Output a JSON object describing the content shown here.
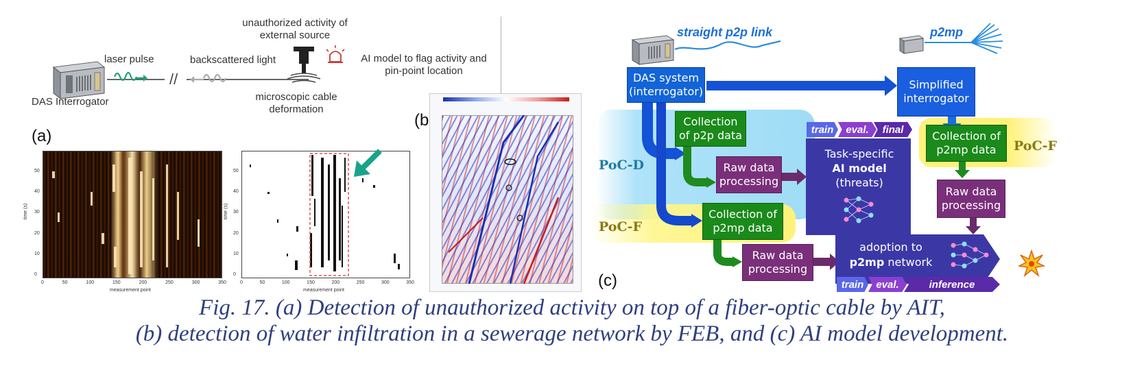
{
  "panel_a": {
    "letter": "(a)",
    "das_label": "DAS Interrogator",
    "laser_label": "laser pulse",
    "backscatter_label": "backscattered light",
    "break_mark": "//",
    "activity_label": "unauthorized activity of external source",
    "deformation_label": "microscopic cable deformation",
    "ai_label": "AI model to flag activity and pin-point location",
    "plot_xlabel": "measurement point",
    "plot_ylabel": "time (s)",
    "x_ticks": [
      "0",
      "50",
      "100",
      "150",
      "200",
      "250",
      "300",
      "350"
    ],
    "y_ticks": [
      "0",
      "10",
      "20",
      "30",
      "40",
      "50"
    ]
  },
  "panel_b": {
    "letter": "(b)"
  },
  "panel_c": {
    "letter": "(c)",
    "p2p_label": "straight p2p link",
    "p2mp_label": "p2mp",
    "das_system": "DAS system (interrogator)",
    "simplified": "Simplified interrogator",
    "coll_p2p": "Collection of p2p data",
    "coll_p2mp_left": "Collection of p2mp data",
    "coll_p2mp_right": "Collection of p2mp data",
    "raw1": "Raw data processing",
    "raw2": "Raw data processing",
    "raw3": "Raw data processing",
    "poc_d": "PoC-D",
    "poc_f_left": "PoC-F",
    "poc_f_right": "PoC-F",
    "tag_train": "train",
    "tag_eval": "eval.",
    "tag_final": "final",
    "model_title": "Task-specific",
    "model_bold": "AI model",
    "model_sub": "(threats)",
    "adopt_line1": "adoption to",
    "adopt_bold": "p2mp",
    "adopt_line2": "network",
    "tag_train2": "train",
    "tag_eval2": "eval.",
    "tag_inference": "inference"
  },
  "caption": {
    "line1": "Fig. 17. (a) Detection of unauthorized activity on top of a fiber-optic cable by AIT,",
    "line2": "(b) detection of water infiltration in a sewerage network by FEB, and (c) AI model development."
  },
  "colors": {
    "blue": "#1264d8",
    "green": "#1a8a1a",
    "purple": "#7a2f7a",
    "model_purple": "#3d3aa8",
    "cyan_region": "#8fd8f5",
    "yellow_region": "#fff27a",
    "caption": "#2f3f7f"
  }
}
